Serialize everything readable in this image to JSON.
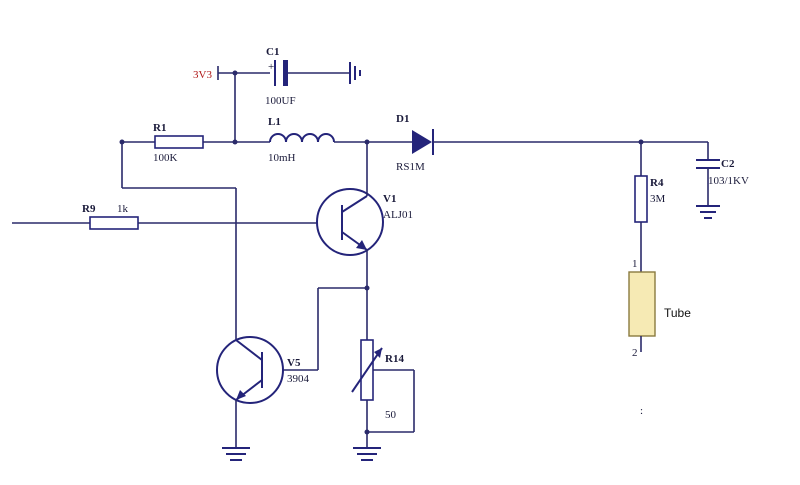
{
  "labels": {
    "supply": "3V3",
    "c1_name": "C1",
    "c1_value": "100UF",
    "c1_plus": "+",
    "r1_name": "R1",
    "r1_value": "100K",
    "l1_name": "L1",
    "l1_value": "10mH",
    "d1_name": "D1",
    "d1_value": "RS1M",
    "c2_name": "C2",
    "c2_value": "103/1KV",
    "r9_name": "R9",
    "r9_value": "1k",
    "v1_name": "V1",
    "v1_value": "ALJ01",
    "r4_name": "R4",
    "r4_value": "3M",
    "tube_pin1": "1",
    "tube_label": "Tube",
    "tube_pin2": "2",
    "v5_name": "V5",
    "v5_value": "3904",
    "r14_name": "R14",
    "r14_value": "50",
    "stray_mark": ":"
  },
  "colors": {
    "wire": "#2a2a6a",
    "component": "#24247a",
    "supply_label": "#b01818",
    "tube_fill": "#f6eab4",
    "tube_stroke": "#8a7a40"
  }
}
